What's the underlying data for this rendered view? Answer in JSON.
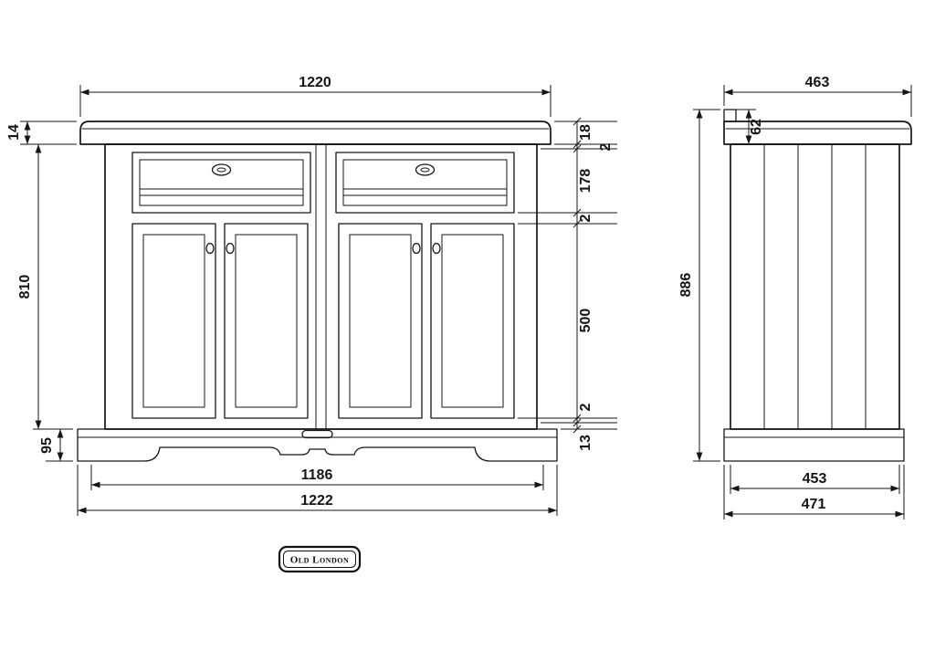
{
  "drawing": {
    "front": {
      "width_top": "1220",
      "worktop_thickness": "14",
      "cabinet_height": "810",
      "plinth_height": "95",
      "worktop_edge": "18",
      "gap_worktop": "2",
      "drawer_front": "178",
      "gap_drawer_door": "2",
      "door_front": "500",
      "gap_door_bottom": "2",
      "bottom_rail": "13",
      "width_feet": "1186",
      "width_overall": "1222"
    },
    "side": {
      "depth_worktop": "463",
      "worktop_height": "62",
      "height_overall": "886",
      "depth_cabinet": "453",
      "depth_overall": "471"
    },
    "brand": {
      "logo": "Old London"
    }
  }
}
